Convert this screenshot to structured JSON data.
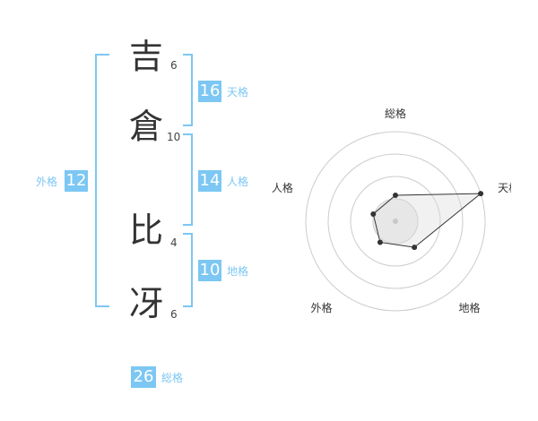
{
  "name": {
    "chars": [
      {
        "char": "吉",
        "strokes": "6"
      },
      {
        "char": "倉",
        "strokes": "10"
      },
      {
        "char": "比",
        "strokes": "4"
      },
      {
        "char": "冴",
        "strokes": "6"
      }
    ]
  },
  "grids": {
    "tenkaku": {
      "value": "16",
      "label": "天格"
    },
    "jinkaku": {
      "value": "14",
      "label": "人格"
    },
    "chikaku": {
      "value": "10",
      "label": "地格"
    },
    "gaikaku": {
      "value": "12",
      "label": "外格"
    },
    "soukaku": {
      "value": "26",
      "label": "総格"
    }
  },
  "colors": {
    "accent": "#7cc7f3",
    "text": "#333333",
    "grid": "#cccccc",
    "fill": "#eeeeee"
  },
  "chart_data": {
    "type": "radar",
    "axes": [
      "総格",
      "天格",
      "地格",
      "外格",
      "人格"
    ],
    "values": [
      0.29,
      1.0,
      0.36,
      0.29,
      0.26
    ],
    "rings": 4
  }
}
